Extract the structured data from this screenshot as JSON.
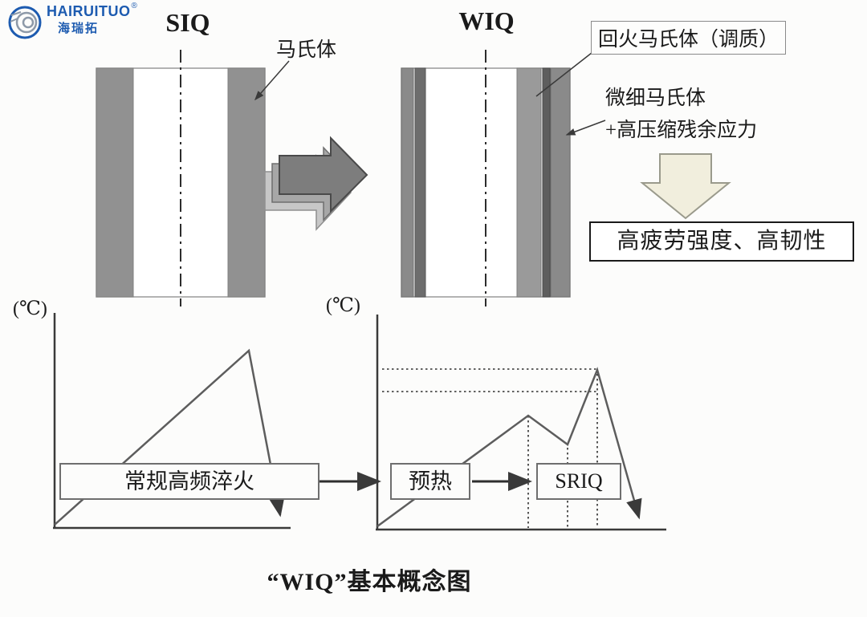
{
  "logo": {
    "brand": "HAIRUITUO",
    "registered": "®",
    "subtitle": "海瑞拓"
  },
  "diagram": {
    "siq_title": "SIQ",
    "wiq_title": "WIQ",
    "martensite_label": "马氏体",
    "tempered_martensite_label": "回火马氏体（调质）",
    "fine_martensite_line1": "微细马氏体",
    "fine_martensite_line2": "+高压缩残余应力",
    "result_label": "高疲劳强度、高韧性"
  },
  "left_graph": {
    "axis_unit": "(℃)",
    "process_label": "常规高频淬火"
  },
  "right_graph": {
    "axis_unit": "(℃)",
    "preheat_label": "预热",
    "sriq_label": "SRIQ"
  },
  "caption": "“WIQ”基本概念图",
  "colors": {
    "band_gray": "#919191",
    "band_dark": "#5e5e5e",
    "arrow_gray": "#7d7d7d",
    "down_arrow_beige": "#f1eedd",
    "logo_blue": "#1d5bb0"
  }
}
